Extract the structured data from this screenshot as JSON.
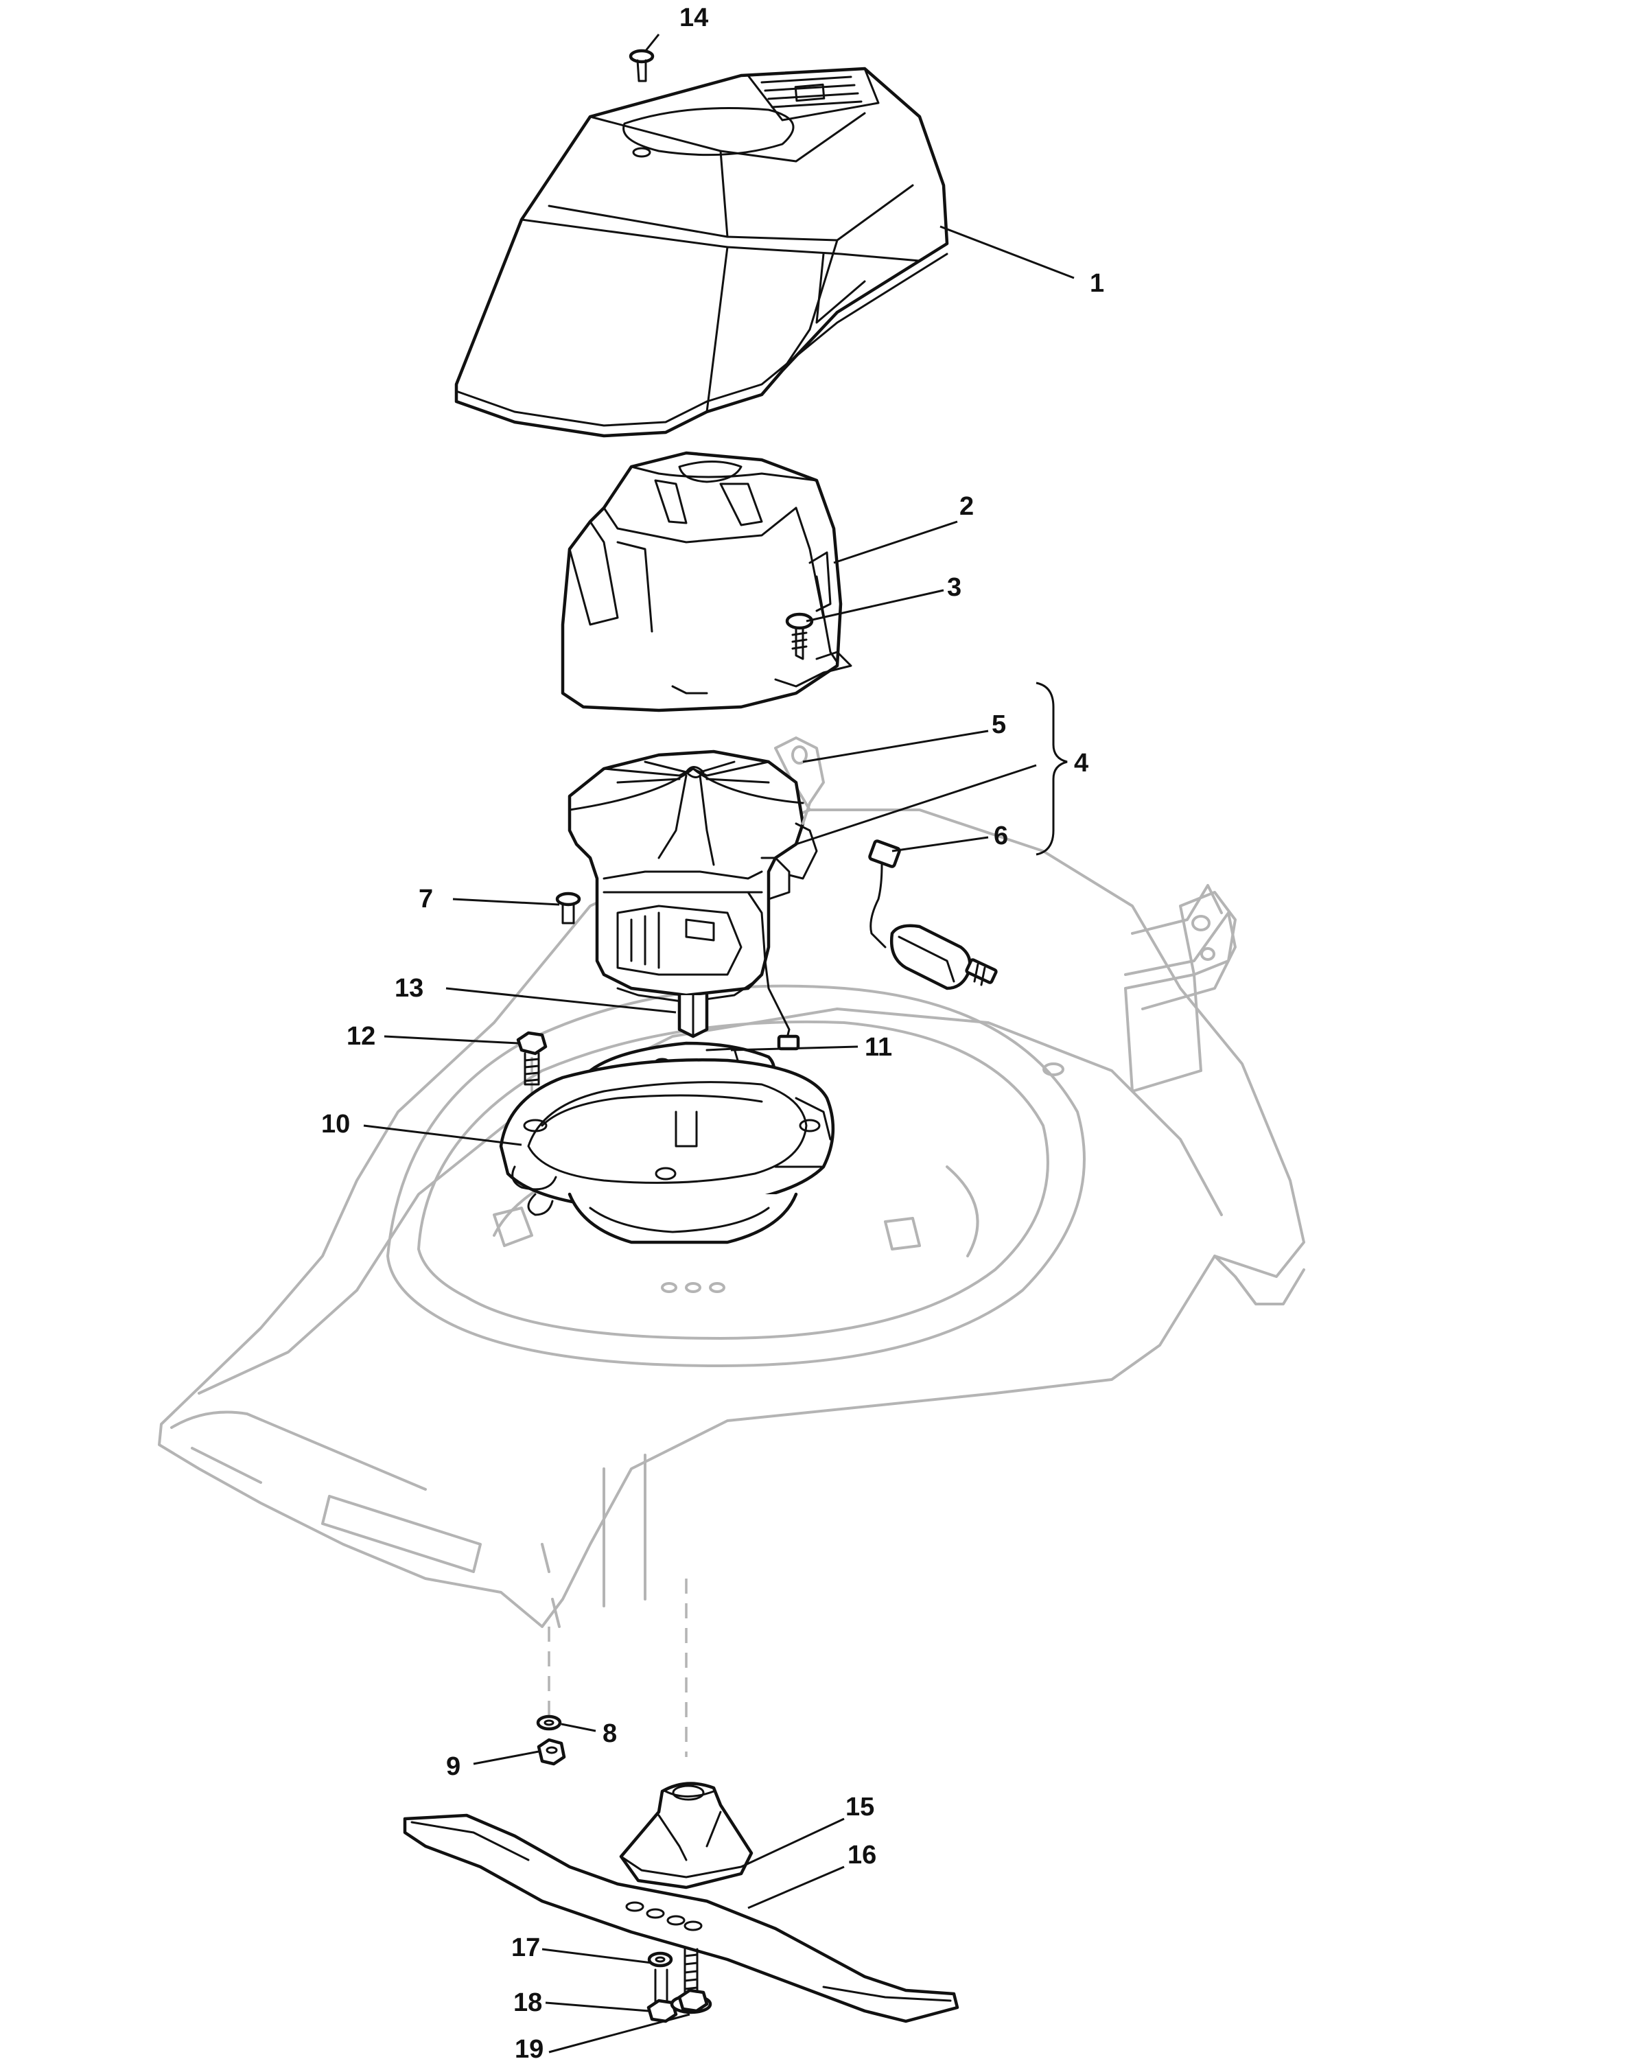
{
  "diagram": {
    "callouts": [
      {
        "id": "1",
        "label": "1"
      },
      {
        "id": "2",
        "label": "2"
      },
      {
        "id": "3",
        "label": "3"
      },
      {
        "id": "4",
        "label": "4"
      },
      {
        "id": "5",
        "label": "5"
      },
      {
        "id": "6",
        "label": "6"
      },
      {
        "id": "7",
        "label": "7"
      },
      {
        "id": "8",
        "label": "8"
      },
      {
        "id": "9",
        "label": "9"
      },
      {
        "id": "10",
        "label": "10"
      },
      {
        "id": "11",
        "label": "11"
      },
      {
        "id": "12",
        "label": "12"
      },
      {
        "id": "13",
        "label": "13"
      },
      {
        "id": "14",
        "label": "14"
      },
      {
        "id": "15",
        "label": "15"
      },
      {
        "id": "16",
        "label": "16"
      },
      {
        "id": "17",
        "label": "17"
      },
      {
        "id": "18",
        "label": "18"
      },
      {
        "id": "19",
        "label": "19"
      }
    ],
    "colors": {
      "line": "#111111",
      "deck_outline": "#b4b4b4",
      "background": "#ffffff"
    }
  }
}
